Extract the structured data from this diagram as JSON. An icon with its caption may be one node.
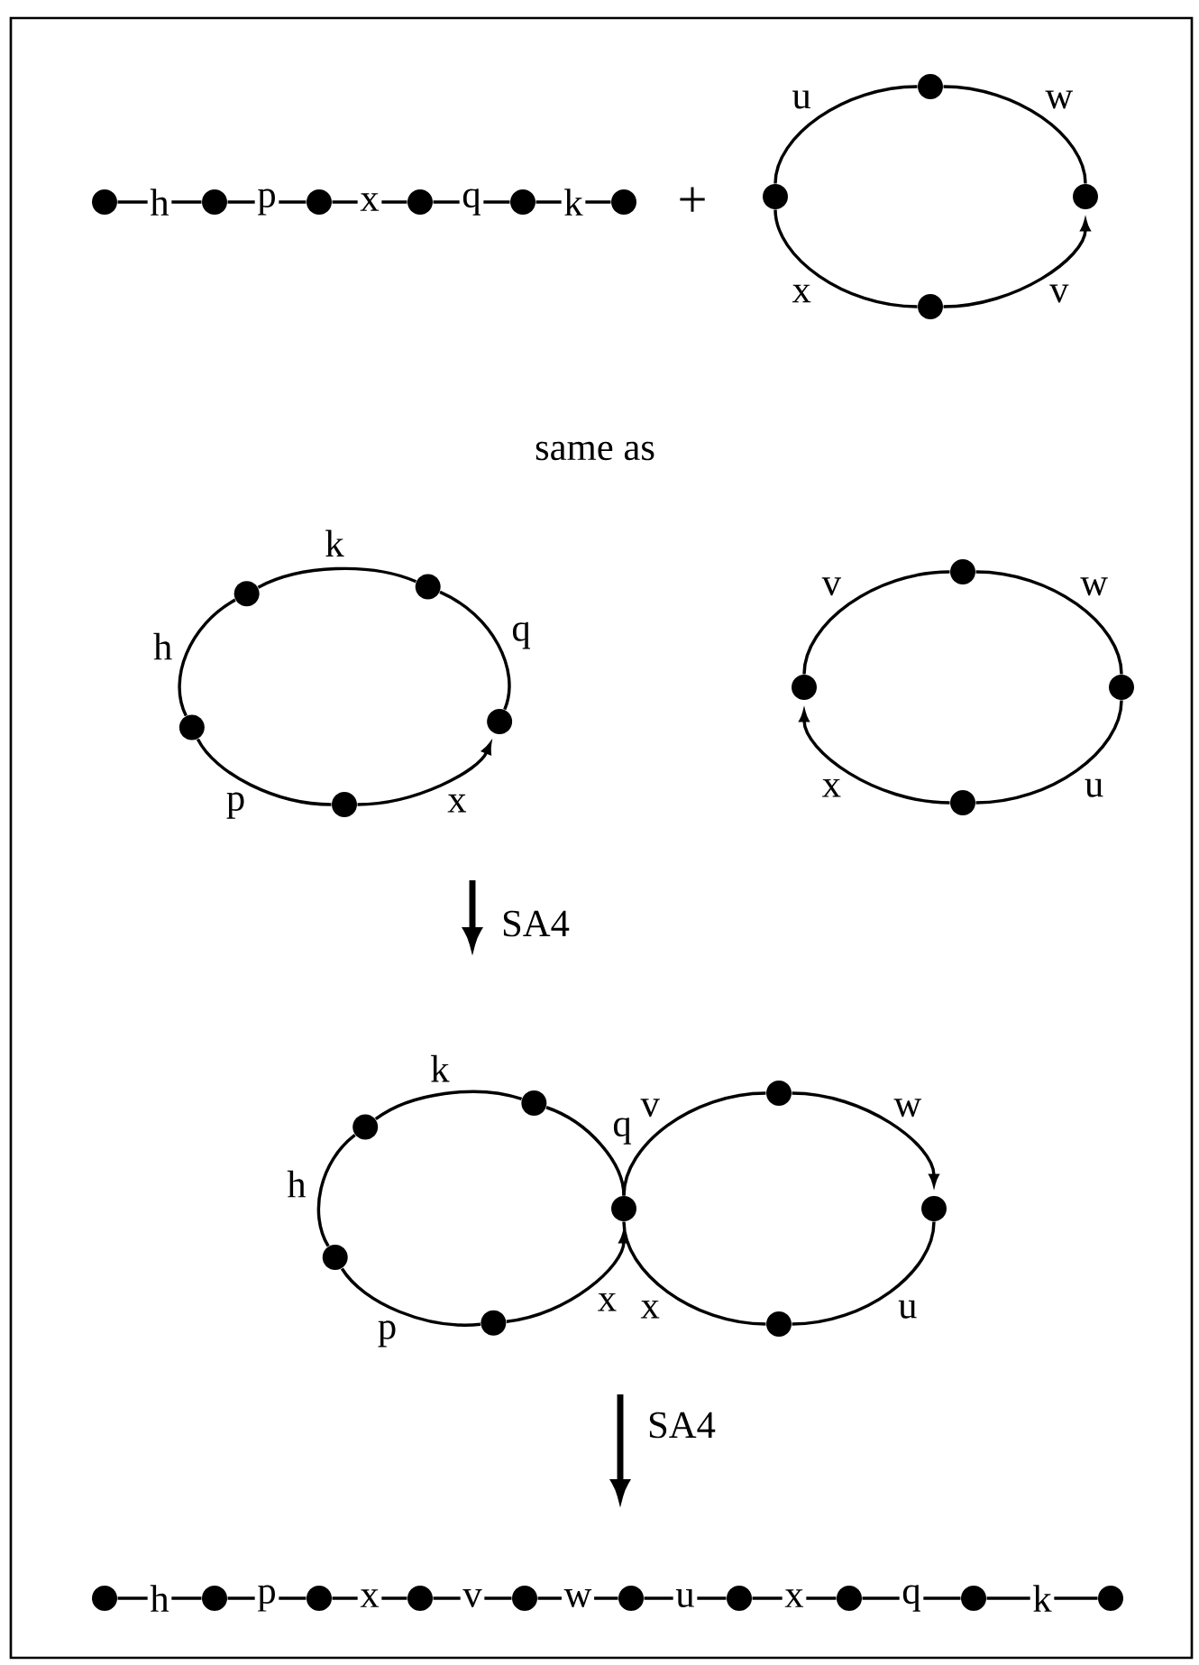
{
  "diagram": {
    "nodes": [
      {
        "text": [],
        "shape": "circle"
      },
      {
        "text": [],
        "shape": "circle"
      },
      {
        "text": [],
        "shape": "circle"
      },
      {
        "text": [],
        "shape": "circle"
      },
      {
        "text": [],
        "shape": "circle"
      },
      {
        "text": [],
        "shape": "circle"
      },
      {
        "text": [],
        "shape": "circle"
      },
      {
        "text": [],
        "shape": "circle"
      },
      {
        "text": [],
        "shape": "circle"
      },
      {
        "text": [],
        "shape": "circle"
      },
      {
        "text": [],
        "shape": "circle"
      },
      {
        "text": [],
        "shape": "circle"
      },
      {
        "text": [],
        "shape": "circle"
      },
      {
        "text": [],
        "shape": "circle"
      },
      {
        "text": [],
        "shape": "circle"
      },
      {
        "text": [],
        "shape": "circle"
      },
      {
        "text": [],
        "shape": "circle"
      },
      {
        "text": [],
        "shape": "circle"
      },
      {
        "text": [],
        "shape": "circle"
      },
      {
        "text": [],
        "shape": "circle"
      },
      {
        "text": [],
        "shape": "circle"
      },
      {
        "text": [],
        "shape": "circle"
      },
      {
        "text": [],
        "shape": "circle"
      },
      {
        "text": [],
        "shape": "circle"
      },
      {
        "text": [],
        "shape": "circle"
      },
      {
        "text": [],
        "shape": "circle"
      },
      {
        "text": [],
        "shape": "circle"
      },
      {
        "text": [],
        "shape": "circle"
      },
      {
        "text": [],
        "shape": "circle"
      },
      {
        "text": [],
        "shape": "circle"
      },
      {
        "text": [],
        "shape": "circle"
      },
      {
        "text": [],
        "shape": "circle"
      },
      {
        "text": [],
        "shape": "circle"
      },
      {
        "text": [],
        "shape": "circle"
      },
      {
        "text": [],
        "shape": "circle"
      },
      {
        "text": [],
        "shape": "circle"
      },
      {
        "text": [],
        "shape": "circle"
      }
    ],
    "edges": [
      {
        "from": 0,
        "to": 1,
        "label": "h",
        "arrow": "none"
      },
      {
        "from": 1,
        "to": 2,
        "label": "p",
        "arrow": "none"
      },
      {
        "from": 2,
        "to": 3,
        "label": "x",
        "arrow": "none"
      },
      {
        "from": 3,
        "to": 4,
        "label": "q",
        "arrow": "none"
      },
      {
        "from": 4,
        "to": 5,
        "label": "k",
        "arrow": "none"
      },
      {
        "from": 7,
        "to": 6,
        "label": "u",
        "arrow": "none"
      },
      {
        "from": 6,
        "to": 8,
        "label": "w",
        "arrow": "none"
      },
      {
        "from": 9,
        "to": 8,
        "label": "v",
        "arrow": "to"
      },
      {
        "from": 7,
        "to": 9,
        "label": "x",
        "arrow": "none"
      },
      {
        "from": 12,
        "to": 10,
        "label": "h",
        "arrow": "none"
      },
      {
        "from": 10,
        "to": 11,
        "label": "k",
        "arrow": "none"
      },
      {
        "from": 11,
        "to": 13,
        "label": "q",
        "arrow": "none"
      },
      {
        "from": 14,
        "to": 13,
        "label": "x",
        "arrow": "to"
      },
      {
        "from": 12,
        "to": 14,
        "label": "p",
        "arrow": "none"
      },
      {
        "from": 16,
        "to": 15,
        "label": "v",
        "arrow": "none"
      },
      {
        "from": 15,
        "to": 17,
        "label": "w",
        "arrow": "none"
      },
      {
        "from": 17,
        "to": 18,
        "label": "u",
        "arrow": "none"
      },
      {
        "from": 18,
        "to": 16,
        "label": "x",
        "arrow": "to"
      },
      {
        "from": 22,
        "to": 19,
        "label": "h",
        "arrow": "none"
      },
      {
        "from": 19,
        "to": 20,
        "label": "k",
        "arrow": "none"
      },
      {
        "from": 20,
        "to": 23,
        "label": "q",
        "arrow": "none"
      },
      {
        "from": 25,
        "to": 23,
        "label": "x",
        "arrow": "to"
      },
      {
        "from": 22,
        "to": 25,
        "label": "p",
        "arrow": "none"
      },
      {
        "from": 23,
        "to": 21,
        "label": "v",
        "arrow": "none"
      },
      {
        "from": 21,
        "to": 24,
        "label": "w",
        "arrow": "to"
      },
      {
        "from": 24,
        "to": 26,
        "label": "u",
        "arrow": "none"
      },
      {
        "from": 26,
        "to": 23,
        "label": "x",
        "arrow": "none"
      },
      {
        "from": 27,
        "to": 28,
        "label": "h",
        "arrow": "none"
      },
      {
        "from": 28,
        "to": 29,
        "label": "p",
        "arrow": "none"
      },
      {
        "from": 29,
        "to": 30,
        "label": "x",
        "arrow": "none"
      },
      {
        "from": 30,
        "to": 31,
        "label": "v",
        "arrow": "none"
      },
      {
        "from": 31,
        "to": 32,
        "label": "w",
        "arrow": "none"
      },
      {
        "from": 32,
        "to": 33,
        "label": "u",
        "arrow": "none"
      },
      {
        "from": 33,
        "to": 34,
        "label": "x",
        "arrow": "none"
      },
      {
        "from": 34,
        "to": 35,
        "label": "q",
        "arrow": "none"
      },
      {
        "from": 35,
        "to": 36,
        "label": "k",
        "arrow": "none"
      }
    ],
    "labels": [
      "+",
      "same as",
      "SA4",
      "SA4"
    ]
  }
}
